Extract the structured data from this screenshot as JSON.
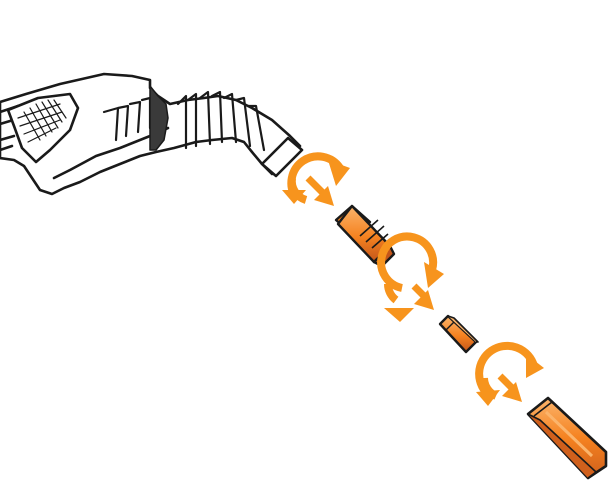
{
  "colors": {
    "accent": "#f7941d",
    "part": "#f58220",
    "part_dark": "#c4561a",
    "part_light": "#fbb46b",
    "outline": "#1a1a1a",
    "background": "#ffffff",
    "torch_fill": "#ffffff",
    "torch_grip": "#3a3a3a"
  },
  "figure": {
    "steps": [
      {
        "part": "gas-diffuser",
        "action": "screw-on",
        "icon": "rotate-arrow-icon"
      },
      {
        "part": "contact-tip",
        "action": "screw-on",
        "icon": "rotate-arrow-icon"
      },
      {
        "part": "nozzle",
        "action": "screw-on",
        "icon": "rotate-arrow-icon"
      }
    ]
  }
}
